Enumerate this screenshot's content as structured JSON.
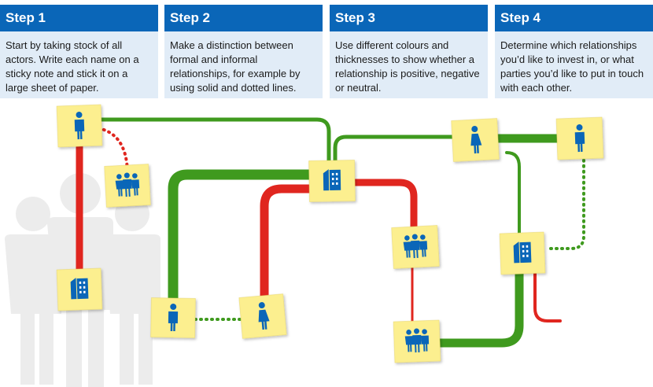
{
  "steps": [
    {
      "title": "Step 1",
      "text": "Start by taking stock of all actors. Write each name on a sticky note and stick it on a large sheet of paper."
    },
    {
      "title": "Step 2",
      "text": "Make a distinction between formal and informal relationships, for example by using solid and dotted lines."
    },
    {
      "title": "Step 3",
      "text": "Use different colours and thicknesses to show whether a relationship is positive, negative or neutral."
    },
    {
      "title": "Step 4",
      "text": "Determine which relationships you’d like to invest in, or what parties you’d like to put in touch with each other."
    }
  ],
  "colors": {
    "header": "#0a66b8",
    "panel": "#e1ecf7",
    "note": "#fcef8f",
    "icon": "#0a66b8",
    "positive": "#3f9a1e",
    "negative": "#e0261f",
    "silhouette": "#ececec"
  },
  "notes": [
    {
      "id": "n1",
      "icon": "person-icon"
    },
    {
      "id": "n2",
      "icon": "group-icon"
    },
    {
      "id": "n3",
      "icon": "building-icon"
    },
    {
      "id": "n4",
      "icon": "person-icon"
    },
    {
      "id": "n5",
      "icon": "woman-icon"
    },
    {
      "id": "n6",
      "icon": "building-icon"
    },
    {
      "id": "n7",
      "icon": "group-icon"
    },
    {
      "id": "n8",
      "icon": "group-icon"
    },
    {
      "id": "n9",
      "icon": "woman-icon"
    },
    {
      "id": "n10",
      "icon": "person-icon"
    },
    {
      "id": "n11",
      "icon": "building-icon"
    }
  ]
}
